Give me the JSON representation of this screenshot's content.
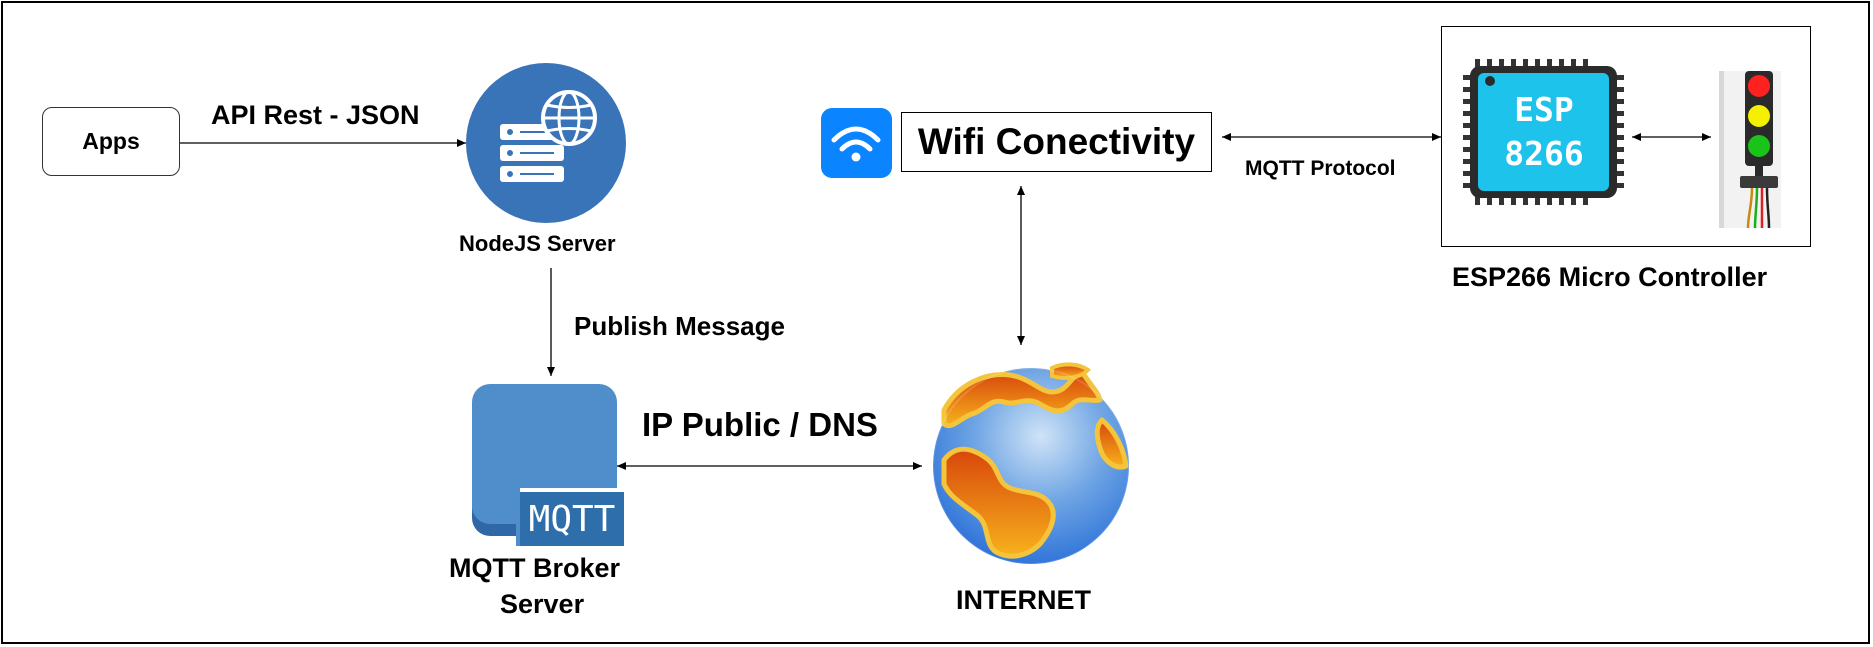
{
  "nodes": {
    "apps": "Apps",
    "nodejs_server": "NodeJS Server",
    "wifi": "Wifi Conectivity",
    "esp_chip_line1": "ESP",
    "esp_chip_line2": "8266",
    "esp_controller": "ESP266 Micro Controller",
    "mqtt_badge": "MQTT",
    "mqtt_broker_line1": "MQTT Broker",
    "mqtt_broker_line2": "Server",
    "internet": "INTERNET"
  },
  "edges": {
    "apps_to_server": "API Rest - JSON",
    "server_to_broker": "Publish Message",
    "broker_to_internet": "IP Public / DNS",
    "wifi_to_esp": "MQTT Protocol"
  },
  "colors": {
    "server_circle": "#3a74b8",
    "wifi_tile": "#0a84ff",
    "esp_chip": "#1ec3ec",
    "mqtt_tile": "#4f8ecb",
    "mqtt_badge": "#2e6eab",
    "globe_ocean": "#4a8fe6",
    "globe_land": "#f0a020"
  },
  "icons": [
    "server-globe-icon",
    "wifi-icon",
    "esp8266-chip-icon",
    "traffic-light-icon",
    "mqtt-broker-icon",
    "internet-globe-icon"
  ]
}
